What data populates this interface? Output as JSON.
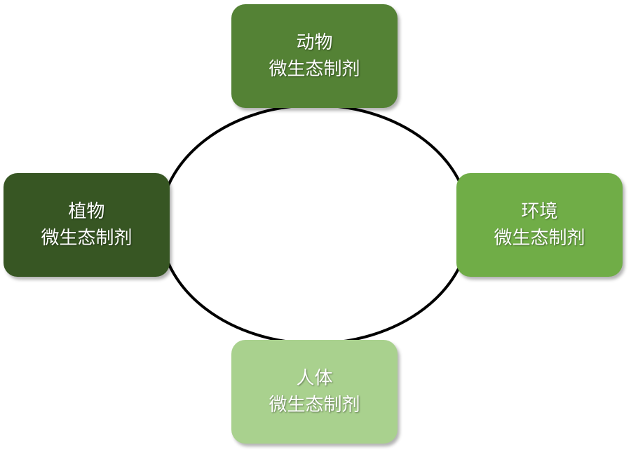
{
  "nodes": [
    {
      "id": "top",
      "line1": "动物",
      "line2": "微生态制剂",
      "color": "#548235"
    },
    {
      "id": "right",
      "line1": "环境",
      "line2": "微生态制剂",
      "color": "#70ad47"
    },
    {
      "id": "bottom",
      "line1": "人体",
      "line2": "微生态制剂",
      "color": "#a9d18e"
    },
    {
      "id": "left",
      "line1": "植物",
      "line2": "微生态制剂",
      "color": "#375623"
    }
  ],
  "ring_color": "#000000"
}
